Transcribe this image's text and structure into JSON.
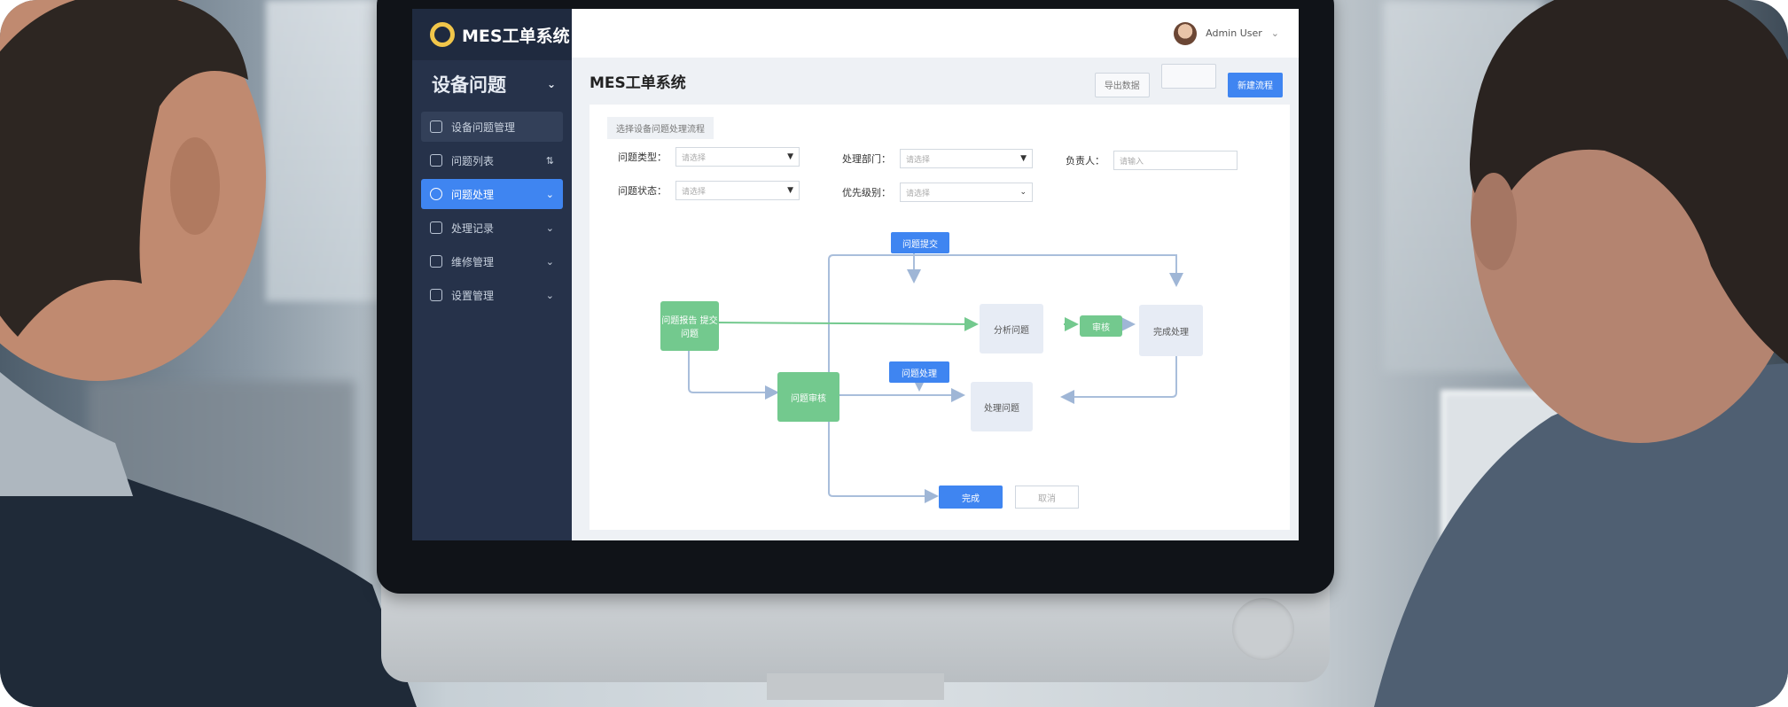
{
  "app": {
    "logo_text": "MES工单系统",
    "user_name": "Admin User"
  },
  "sidebar": {
    "section_title": "设备问题",
    "items": [
      {
        "label": "设备问题管理",
        "state": "sub"
      },
      {
        "label": "问题列表",
        "state": "normal"
      },
      {
        "label": "问题处理",
        "state": "active"
      },
      {
        "label": "处理记录",
        "state": "normal"
      },
      {
        "label": "维修管理",
        "state": "normal"
      },
      {
        "label": "设置管理",
        "state": "normal"
      }
    ]
  },
  "page": {
    "title": "MES工单系统",
    "buttons": [
      "导出数据",
      "",
      "新建流程"
    ]
  },
  "filters": {
    "tag": "选择设备问题处理流程",
    "fields": [
      {
        "label": "问题类型：",
        "value": "请选择"
      },
      {
        "label": "处理部门：",
        "value": "请选择"
      },
      {
        "label": "负责人：",
        "value": "请输入"
      },
      {
        "label": "问题状态：",
        "value": "请选择"
      },
      {
        "label": "优先级别：",
        "value": "请选择"
      }
    ]
  },
  "flow": {
    "nodes": [
      {
        "label": "问题提交"
      },
      {
        "label": "问题报告 提交问题"
      },
      {
        "label": "分析问题"
      },
      {
        "label": "审核"
      },
      {
        "label": "完成处理"
      },
      {
        "label": "问题处理"
      },
      {
        "label": "问题审核"
      },
      {
        "label": "处理问题"
      },
      {
        "label": "完成"
      },
      {
        "label": "取消"
      }
    ]
  },
  "colors": {
    "sidebar": "#26324a",
    "accent": "#3f85f1",
    "green": "#73c98e"
  }
}
